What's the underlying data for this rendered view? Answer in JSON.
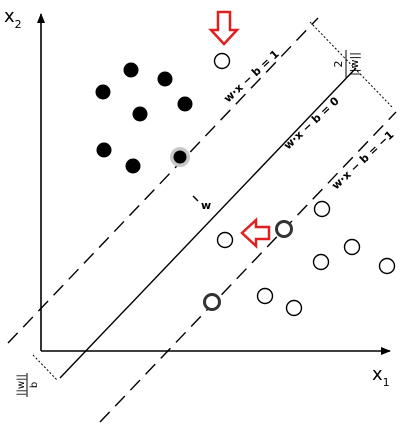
{
  "axes": {
    "x_symbol": "x",
    "x_subscript": "1",
    "y_symbol": "x",
    "y_subscript": "2"
  },
  "hyperplanes": {
    "upper_label": "w·x − b = 1",
    "middle_label": "w·x − b = 0",
    "lower_label": "w·x − b = −1"
  },
  "vector_label": "w",
  "margin_label": {
    "numerator": "2",
    "denominator": "||w||"
  },
  "offset_label": {
    "numerator": "b",
    "denominator": "||w||"
  },
  "classes": {
    "positive_color": "#000000",
    "negative_color": "#ffffff",
    "support_vector_ring_color": "#333333",
    "highlight_color": "#c8c8c8",
    "arrow_color": "#e02020"
  }
}
